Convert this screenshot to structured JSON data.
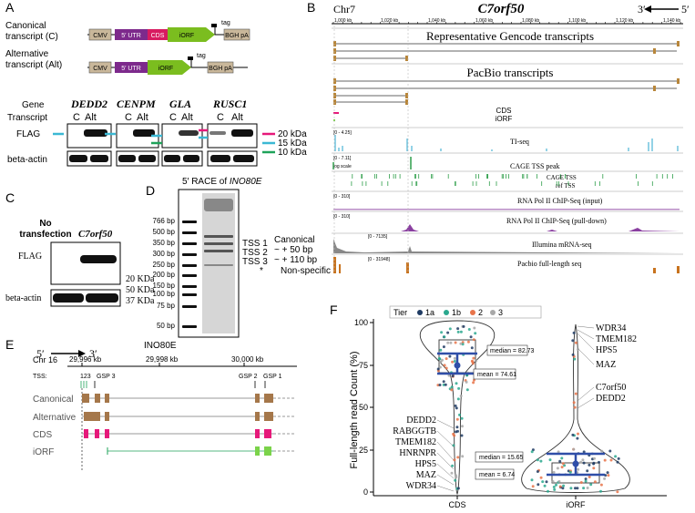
{
  "panels": {
    "A": "A",
    "B": "B",
    "C": "C",
    "D": "D",
    "E": "E",
    "F": "F"
  },
  "A": {
    "canonical_label_1": "Canonical",
    "canonical_label_2": "transcript (C)",
    "alt_label_1": "Alternative",
    "alt_label_2": "transcript (Alt)",
    "cmv": "CMV",
    "utr": "5′ UTR",
    "cds": "CDS",
    "iorf": "iORF",
    "tag": "tag",
    "bgh": "BGH pA",
    "gene_label": "Gene",
    "transcript_label": "Transcript",
    "genes": [
      "DEDD2",
      "CENPM",
      "GLA",
      "RUSC1"
    ],
    "lane_c": "C",
    "lane_alt": "Alt",
    "flag": "FLAG",
    "actin": "beta-actin",
    "markers": [
      "20 kDa",
      "15 kDa",
      "10 kDa"
    ],
    "marker_colors": [
      "#e6197a",
      "#3bb8d4",
      "#1fa35a"
    ]
  },
  "B": {
    "chrom": "Chr7",
    "gene": "C7orf50",
    "arrow_3": "3′",
    "arrow_5": "5′",
    "ticks": [
      "1,000 kb",
      "1,020 kb",
      "1,040 kb",
      "1,060 kb",
      "1,080 kb",
      "1,100 kb",
      "1,120 kb",
      "1,140 kb"
    ],
    "gencode": "Representative Gencode transcripts",
    "pacbio": "PacBio transcripts",
    "cds": "CDS",
    "iorf": "iORF",
    "tracks": [
      {
        "label": "TI-seq",
        "range": "[0 - 4.25]",
        "color": "#4bb3d6"
      },
      {
        "label": "CAGE TSS peak",
        "range": "[0 - 7.11]",
        "extra": "log scale",
        "color": "#2e9e4a"
      },
      {
        "label": "CAGE TSS",
        "color": "#2e9e4a"
      },
      {
        "label": "ref TSS",
        "color": "#2e9e4a"
      },
      {
        "label": "RNA Pol II ChIP-Seq (input)",
        "range": "[0 - 310]",
        "color": "#8a3fa0"
      },
      {
        "label": "RNA Pol II ChIP-Seq (pull-down)",
        "range": "[0 - 310]",
        "color": "#8a3fa0"
      },
      {
        "label": "Illumina mRNA-seq",
        "range": "[0 - 7135]",
        "color": "#888888"
      },
      {
        "label": "Pacbio full-length seq",
        "range": "[0 - 31948]",
        "color": "#c8731e"
      }
    ]
  },
  "C": {
    "no_trans_1": "No",
    "no_trans_2": "transfection",
    "gene": "C7orf50",
    "flag": "FLAG",
    "actin": "beta-actin",
    "markers": [
      "20 KDa",
      "50 KDa",
      "37 KDa"
    ]
  },
  "D": {
    "title_prefix": "5′ RACE of ",
    "title_gene": "INO80E",
    "ladder": [
      "766 bp",
      "500 bp",
      "350 bp",
      "300 bp",
      "250 bp",
      "200 bp",
      "150 bp",
      "100 bp",
      "75 bp",
      "50 bp"
    ],
    "tss": [
      "TSS 1",
      "TSS 2",
      "TSS 3"
    ],
    "notes": [
      "Canonical",
      "~ + 50 bp",
      "~ + 110 bp",
      "Non-specific"
    ],
    "star": "*"
  },
  "E": {
    "arrow_5": "5′",
    "arrow_3": "3′",
    "gene": "INO80E",
    "chrom": "Chr 16",
    "ticks": [
      "29,996 kb",
      "29,998 kb",
      "30,000 kb"
    ],
    "tss_label": "TSS:",
    "tss_nums": "123",
    "gsp3": "GSP 3",
    "gsp2": "GSP 2",
    "gsp1": "GSP 1",
    "rows": [
      "Canonical",
      "Alternative",
      "CDS",
      "iORF"
    ]
  },
  "F": {
    "legend_title": "Tier",
    "legend": [
      {
        "name": "1a",
        "color": "#1f3b63"
      },
      {
        "name": "1b",
        "color": "#2aa88e"
      },
      {
        "name": "2",
        "color": "#e8744a"
      },
      {
        "name": "3",
        "color": "#a8a8a8"
      }
    ],
    "ylabel": "Full-length read Count (%)",
    "yticks": [
      "0",
      "25",
      "50",
      "75",
      "100"
    ],
    "categories": [
      "CDS",
      "iORF"
    ],
    "cds_median": "median = 82.73",
    "cds_mean": "mean = 74.61",
    "iorf_median": "median = 15.65",
    "iorf_mean": "mean = 6.74",
    "cds_genes": [
      "DEDD2",
      "RABGGTB",
      "TMEM182",
      "HNRNPR",
      "HPS5",
      "MAZ",
      "WDR34"
    ],
    "iorf_genes_top": [
      "WDR34",
      "TMEM182",
      "HPS5",
      "MAZ"
    ],
    "iorf_genes_mid": [
      "C7orf50",
      "DEDD2"
    ]
  },
  "chart_data": {
    "type": "scatter",
    "ylabel": "Full-length read Count (%)",
    "ylim": [
      0,
      100
    ],
    "categories": [
      "CDS",
      "iORF"
    ],
    "series": [
      {
        "name": "CDS",
        "median": 82.73,
        "mean": 74.61
      },
      {
        "name": "iORF",
        "median": 15.65,
        "mean": 6.74
      }
    ]
  }
}
